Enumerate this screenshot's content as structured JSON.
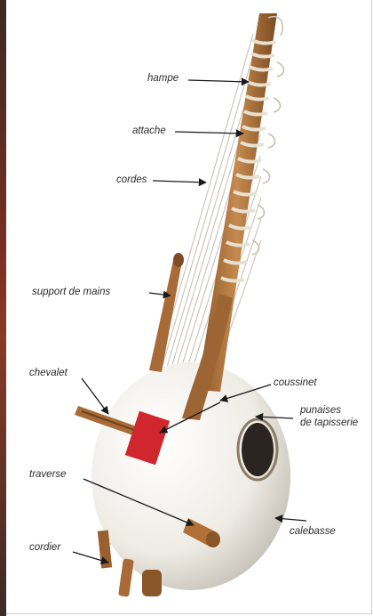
{
  "labels": {
    "hampe": "hampe",
    "attache": "attache",
    "cordes": "cordes",
    "support": "support de mains",
    "chevalet": "chevalet",
    "coussinet": "coussinet",
    "punaises_1": "punaises",
    "punaises_2": "de tapisserie",
    "traverse": "traverse",
    "calebasse": "calebasse",
    "cordier": "cordier"
  },
  "colors": {
    "wood": "#b5773f",
    "wood_dark": "#7a4a22",
    "gourd": "#f2f0ea",
    "gourd_shadow": "#c9c6bd",
    "cushion": "#d0262e",
    "string": "#c7c2ba",
    "leader": "#1a1a1a"
  }
}
